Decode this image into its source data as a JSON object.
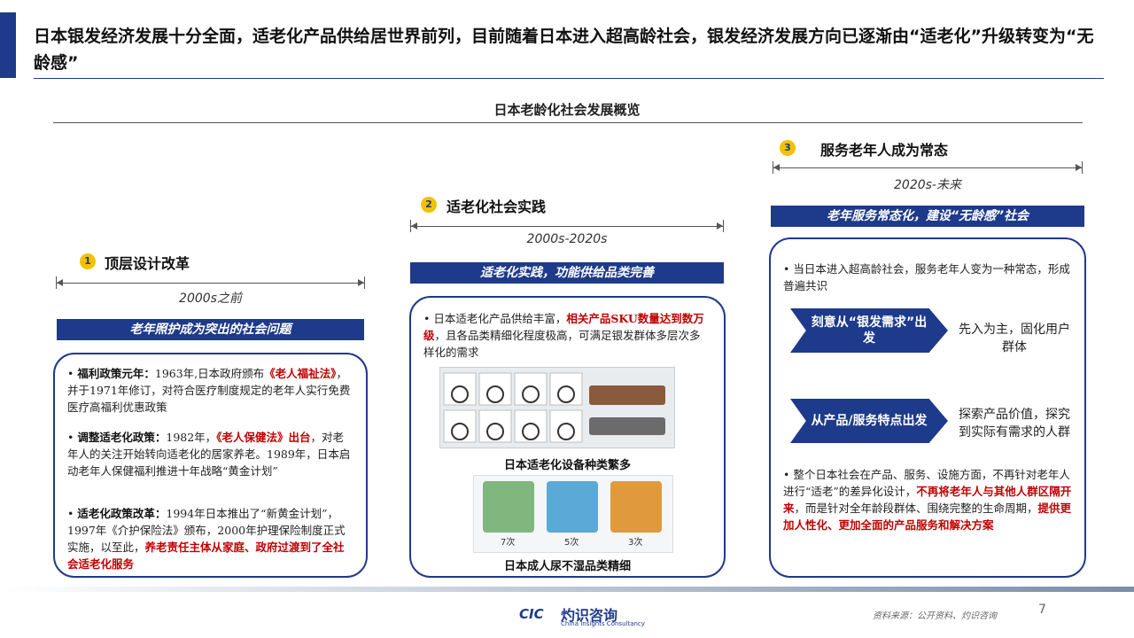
{
  "title": "日本银发经济发展十分全面，适老化产品供给居世界前列，目前随着日本进入超高龄社会，银发经济发展方向已逐渐由“适老化”升级转变为“无龄感”",
  "section_title": "日本老龄化社会发展概览",
  "stages": [
    {
      "num": "1",
      "label": "顶层设计改革",
      "period": "2000s之前",
      "banner": "老年照护成为突出的社会问题",
      "bullets": [
        {
          "lead": "福利政策元年：",
          "text1": "1963年,日本政府颁布",
          "red": "《老人福祉法》",
          "text2": "，并于1971年修订，对符合医疗制度规定的老年人实行免费医疗高福利优惠政策"
        },
        {
          "lead": "调整适老化政策：",
          "text1": "1982年，",
          "red": "《老人保健法》出台",
          "text2": "，对老年人的关注开始转向适老化的居家养老。1989年，日本启动老年人保健福利推进十年战略“黄金计划”"
        },
        {
          "lead": "适老化政策改革：",
          "text1": "1994年日本推出了“新黄金计划”，1997年《介护保险法》颁布，2000年护理保险制度正式实施，以至此，",
          "red": "养老责任主体从家庭、政府过渡到了全社会适老化服务",
          "text2": ""
        }
      ]
    },
    {
      "num": "2",
      "label": "适老化社会实践",
      "period": "2000s-2020s",
      "banner": "适老化实践，功能供给品类完善",
      "bullet": {
        "text1": "日本适老化产品供给丰富，",
        "red": "相关产品SKU数量达到数万级",
        "text2": "，且各品类精细化程度极高，可满足银发群体多层次多样化的需求"
      },
      "caption1": "日本适老化设备种类繁多",
      "packs": [
        "7次",
        "5次",
        "3次"
      ],
      "caption2": "日本成人尿不湿品类精细"
    },
    {
      "num": "3",
      "label": "服务老年人成为常态",
      "period": "2020s-未来",
      "banner": "老年服务常态化，建设“无龄感”社会",
      "bullet_top": "当日本进入超高龄社会，服务老年人变为一种常态，形成普遍共识",
      "arrow1": {
        "label": "刻意从“银发需求”出发",
        "text": "先入为主，固化用户群体"
      },
      "arrow2": {
        "label": "从产品/服务特点出发",
        "text": "探索产品价值，探究到实际有需求的人群"
      },
      "bullet_bottom": {
        "text1": "整个日本社会在产品、服务、设施方面，不再针对老年人进行“适老”的差异化设计，",
        "red1": "不再将老年人与其他人群区隔开来",
        "text2": "，而是针对全年龄段群体、围绕完整的生命周期，",
        "red2": "提供更加人性化、更加全面的产品服务和解决方案"
      }
    }
  ],
  "footer": {
    "logo_mark": "CIC",
    "logo_cn": "灼识咨询",
    "logo_en": "China Insights Consultancy",
    "source": "资料来源：公开资料、灼识咨询",
    "page": "7"
  },
  "colors": {
    "brand": "#1e3a8a",
    "highlight": "#c00000",
    "badge": "#f2c200"
  }
}
